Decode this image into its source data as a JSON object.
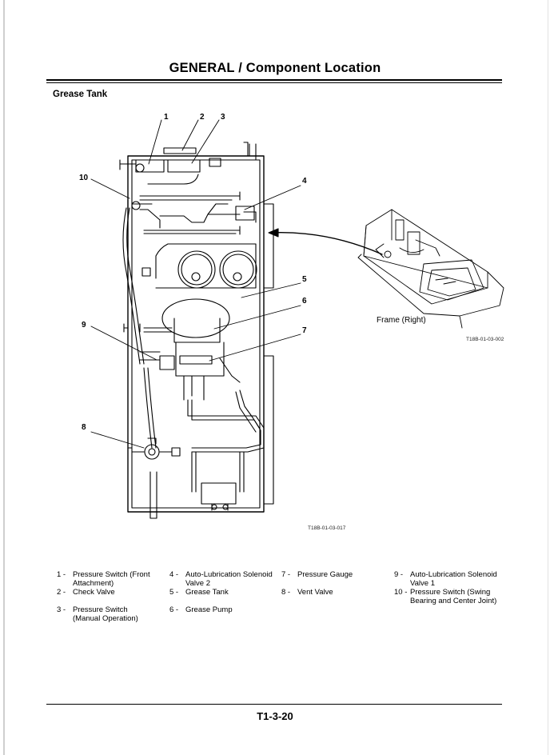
{
  "page": {
    "title": "GENERAL / Component Location",
    "section": "Grease Tank",
    "page_number": "T1-3-20"
  },
  "figure": {
    "callouts": [
      "1",
      "2",
      "3",
      "4",
      "5",
      "6",
      "7",
      "8",
      "9",
      "10"
    ],
    "inset_label": "Frame (Right)",
    "inset_code": "T18B-01-03-002",
    "main_code": "T18B-01-03-017"
  },
  "legend": {
    "col1": [
      {
        "num": "1 -",
        "text": "Pressure Switch (Front Attachment)"
      },
      {
        "num": "2 -",
        "text": "Check Valve"
      },
      {
        "num": "3 -",
        "text": "Pressure Switch (Manual Operation)"
      }
    ],
    "col2": [
      {
        "num": "4 -",
        "text": "Auto-Lubrication Solenoid Valve 2"
      },
      {
        "num": "5 -",
        "text": "Grease Tank"
      },
      {
        "num": "6 -",
        "text": "Grease Pump"
      }
    ],
    "col3": [
      {
        "num": "7 -",
        "text": "Pressure Gauge"
      },
      {
        "num": "8 -",
        "text": "Vent Valve"
      }
    ],
    "col4": [
      {
        "num": "9 -",
        "text": "Auto-Lubrication Solenoid Valve 1"
      },
      {
        "num": "10 -",
        "text": "Pressure Switch (Swing Bearing and Center Joint)"
      }
    ]
  }
}
